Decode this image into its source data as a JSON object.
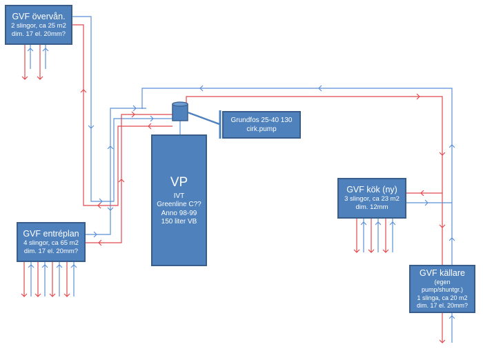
{
  "colors": {
    "supply_red": "#e0474c",
    "return_blue": "#5b8fd5",
    "box_fill": "#4f81bd",
    "box_border": "#385d8a",
    "text": "#ffffff"
  },
  "boxes": {
    "overvan": {
      "title": "GVF övervån.",
      "line1": "2 slingor, ca 25 m2",
      "line2": "dim. 17 el. 20mm?"
    },
    "entreplan": {
      "title": "GVF entréplan",
      "line1": "4 slingor, ca 65 m2",
      "line2": "dim. 17 el. 20mm?"
    },
    "kok": {
      "title": "GVF kök (ny)",
      "line1": "3 slingor, ca 23 m2",
      "line2": "dim. 12mm"
    },
    "kallare": {
      "title": "GVF källare",
      "lines": [
        "(egen",
        "pump/shuntgr.)",
        "1 slinga, ca 20 m2",
        "dim. 17 el. 20mm?"
      ]
    },
    "vp": {
      "title": "VP",
      "lines": [
        "IVT",
        "Greenline C??",
        "Anno 98-99",
        "150 liter VB"
      ]
    },
    "pump": {
      "line1": "Grundfos 25-40 130",
      "line2": "cirk.pump"
    }
  }
}
